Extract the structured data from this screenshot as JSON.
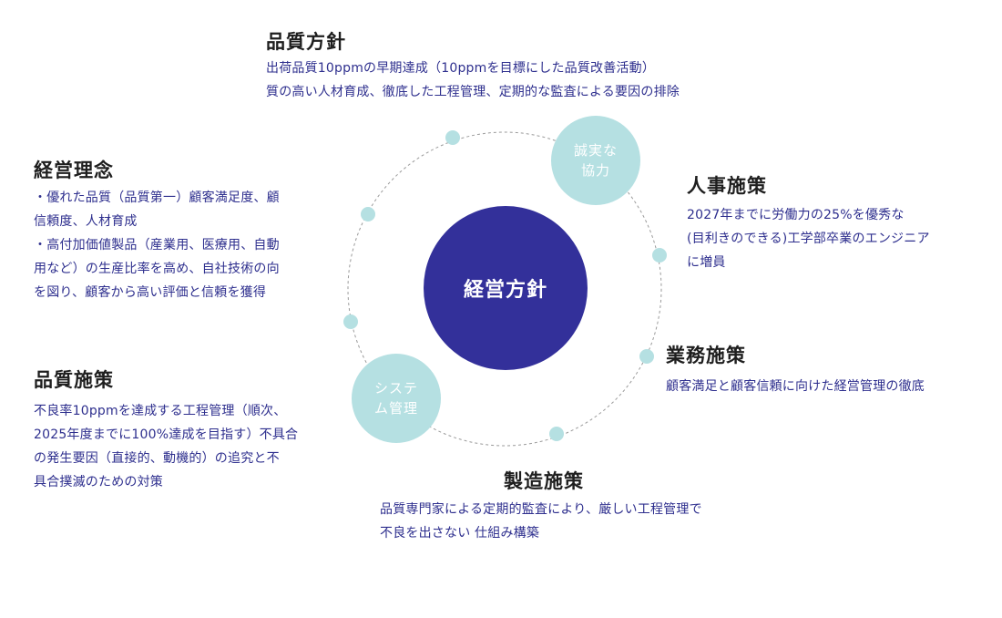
{
  "center": {
    "label": "経営方針"
  },
  "badges": {
    "integrity": [
      "誠実な",
      "協力"
    ],
    "system": [
      "システ",
      "ム管理"
    ]
  },
  "colors": {
    "center_circle": "#33309a",
    "badge_circle": "#b5e0e2",
    "heading_text": "#1e1e1e",
    "body_text": "#2e2f8e",
    "ring_dash": "#9a9a9a"
  },
  "sections": {
    "quality_policy": {
      "title": "品質方針",
      "lines": [
        "出荷品質10ppmの早期達成（10ppmを目標にした品質改善活動）",
        "質の高い人材育成、徹底した工程管理、定期的な監査による要因の排除"
      ]
    },
    "management_philosophy": {
      "title": "経営理念",
      "lines": [
        "・優れた品質（品質第一）顧客満足度、顧",
        "信頼度、人材育成",
        "・高付加価値製品（産業用、医療用、自動",
        "用など）の生産比率を高め、自社技術の向",
        "を図り、顧客から高い評価と信頼を獲得"
      ]
    },
    "hr_measures": {
      "title": "人事施策",
      "lines": [
        "2027年までに労働力の25%を優秀な",
        "(目利きのできる)工学部卒業のエンジニア",
        "に増員"
      ]
    },
    "business_measures": {
      "title": "業務施策",
      "lines": [
        "顧客満足と顧客信頼に向けた経営管理の徹底"
      ]
    },
    "quality_measures": {
      "title": "品質施策",
      "lines": [
        "不良率10ppmを達成する工程管理（順次、",
        "2025年度までに100%達成を目指す）不具合",
        "の発生要因（直接的、動機的）の追究と不",
        "具合撲滅のための対策"
      ]
    },
    "manufacturing_measures": {
      "title": "製造施策",
      "lines": [
        "品質専門家による定期的監査により、厳しい工程管理で",
        "不良を出さない 仕組み構築"
      ]
    }
  }
}
